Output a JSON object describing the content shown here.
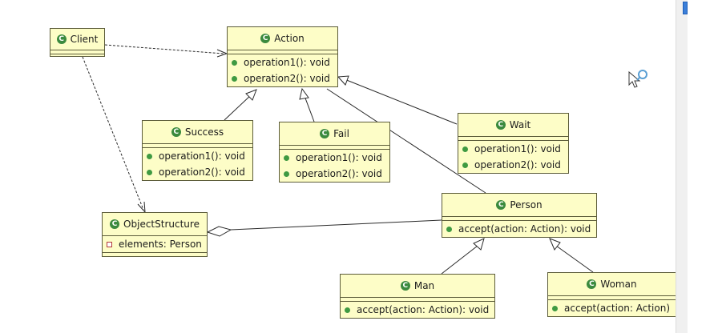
{
  "classes": {
    "client": {
      "name": "Client",
      "members": []
    },
    "action": {
      "name": "Action",
      "members": [
        "operation1(): void",
        "operation2(): void"
      ]
    },
    "success": {
      "name": "Success",
      "members": [
        "operation1(): void",
        "operation2(): void"
      ]
    },
    "fail": {
      "name": "Fail",
      "members": [
        "operation1(): void",
        "operation2(): void"
      ]
    },
    "wait": {
      "name": "Wait",
      "members": [
        "operation1(): void",
        "operation2(): void"
      ]
    },
    "object_structure": {
      "name": "ObjectStructure",
      "fields": [
        "elements: Person"
      ]
    },
    "person": {
      "name": "Person",
      "members": [
        "accept(action: Action): void"
      ]
    },
    "man": {
      "name": "Man",
      "members": [
        "accept(action: Action): void"
      ]
    },
    "woman": {
      "name": "Woman",
      "members": [
        "accept(action: Action)"
      ]
    }
  },
  "class_icon_glyph": "C",
  "colors": {
    "class_fill": "#fdfdc7",
    "class_border": "#5c5c3a",
    "class_icon": "#3b8a3e",
    "method_dot": "#3f9a42",
    "field_marker": "#b23a3a",
    "line": "#2a2a2a"
  }
}
